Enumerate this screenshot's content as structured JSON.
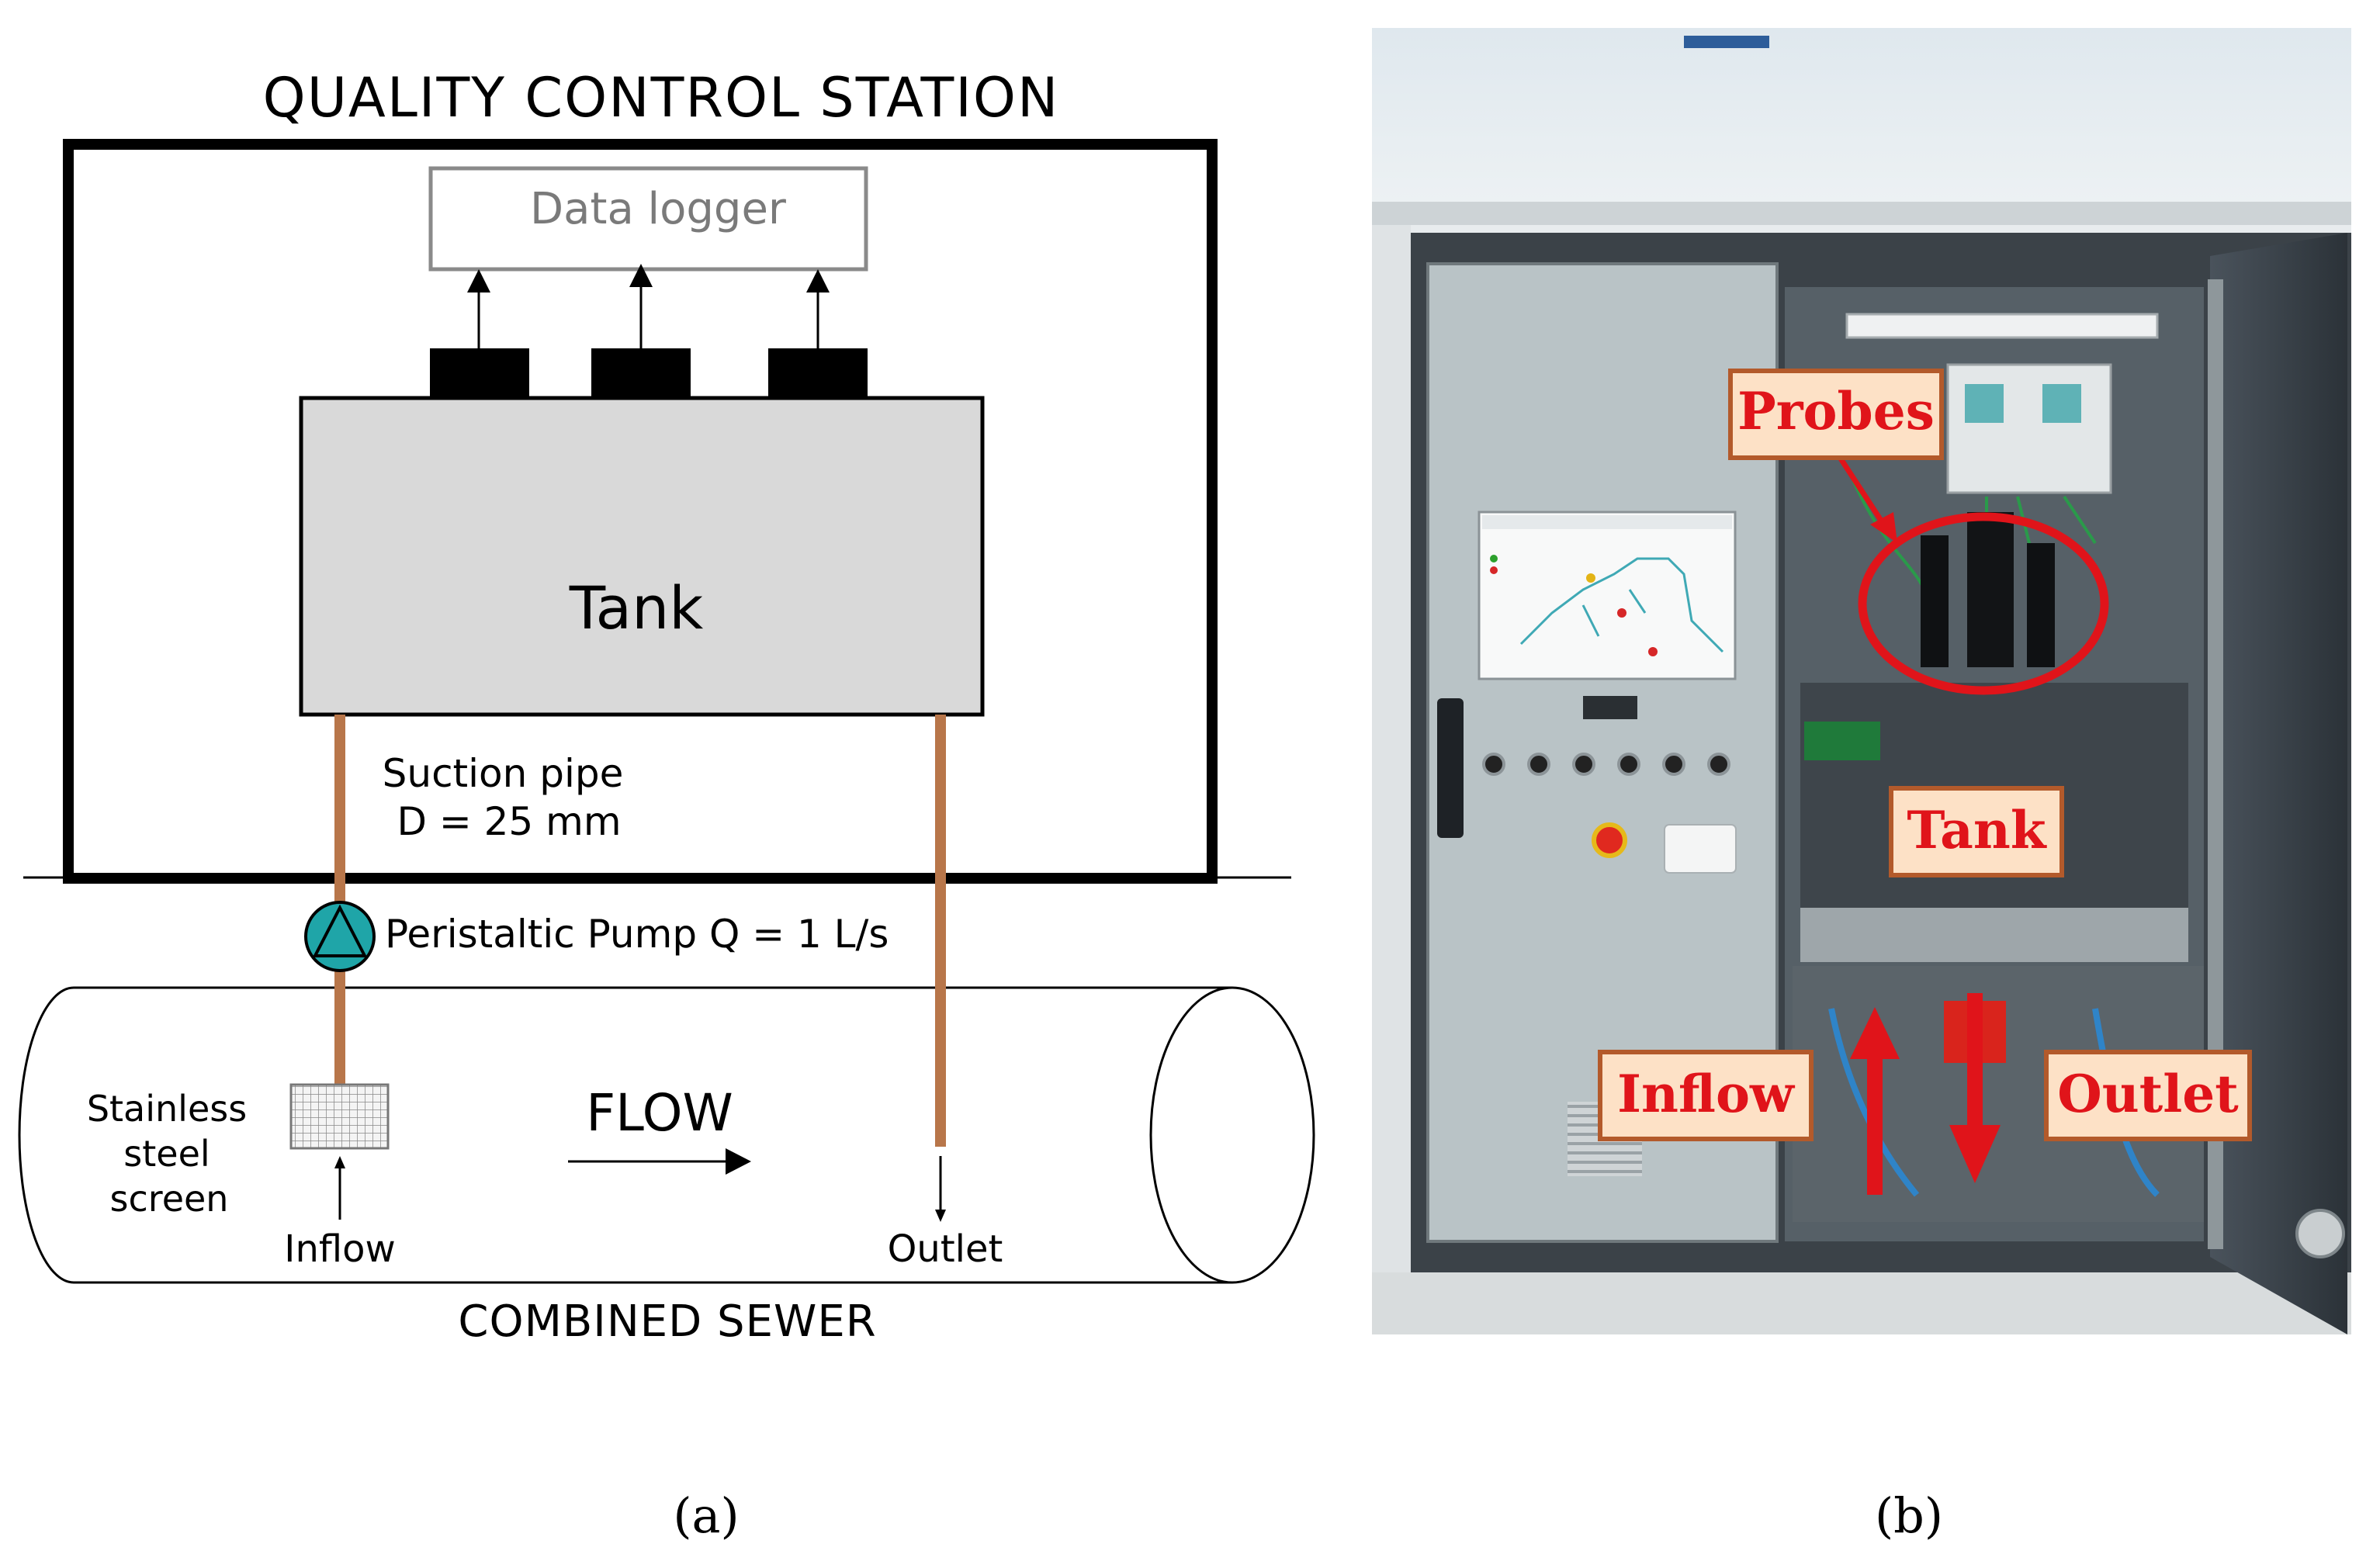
{
  "panel_a": {
    "title": "QUALITY CONTROL STATION",
    "data_logger_label": "Data logger",
    "tank_label": "Tank",
    "suction_pipe_line1": "Suction pipe",
    "suction_pipe_line2": "D = 25 mm",
    "pump_label": "Peristaltic Pump Q = 1 L/s",
    "screen_line1": "Stainless",
    "screen_line2": "steel",
    "screen_line3": "screen",
    "flow_label": "FLOW",
    "inflow_label": "Inflow",
    "outlet_label": "Outlet",
    "sewer_label": "COMBINED SEWER",
    "caption": "(a)"
  },
  "panel_b": {
    "callouts": {
      "probes": "Probes",
      "tank": "Tank",
      "inflow": "Inflow",
      "outlet": "Outlet"
    },
    "caption": "(b)"
  },
  "colors": {
    "pipe": "#b8764a",
    "pump": "#1fa5a8",
    "tank_fill": "#d9d9d9",
    "callout_fill": "#fde1c6",
    "callout_border": "#b35a2b",
    "callout_text": "#e0141a",
    "logger_text": "#7a7a7a"
  }
}
